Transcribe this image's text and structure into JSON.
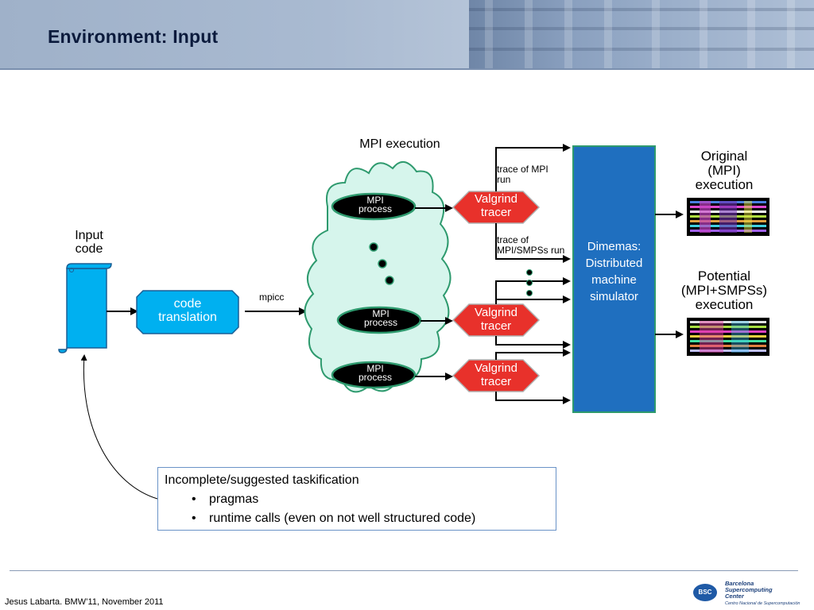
{
  "slide": {
    "title": "Environment: Input",
    "footer": "Jesus Labarta. BMW’11, November 2011"
  },
  "diagram": {
    "input_code": "Input\ncode",
    "code_translation": "code\ntranslation",
    "mpicc": "mpicc",
    "mpi_execution": "MPI execution",
    "mpi_process_line1": "MPI",
    "mpi_process_line2": "process",
    "valgrind_line1": "Valgrind",
    "valgrind_line2": "tracer",
    "trace_mpi": "trace of MPI\nrun",
    "trace_smpss": "trace of\nMPI/SMPSs run",
    "dimemas": "Dimemas:\nDistributed\nmachine\nsimulator",
    "original": "Original\n(MPI)\nexecution",
    "potential": "Potential\n(MPI+SMPSs)\nexecution"
  },
  "taskification": {
    "title": "Incomplete/suggested taskification",
    "bullets": [
      "pragmas",
      "runtime calls (even on not well structured code)"
    ]
  },
  "logo": {
    "line1": "Barcelona",
    "line2": "Supercomputing",
    "line3": "Center",
    "line4": "Centro Nacional de Supercomputación",
    "badge": "BSC"
  },
  "colors": {
    "accent_blue": "#00b0f0",
    "dimemas_blue": "#1f6fbf",
    "cloud_fill": "#d6f5ec",
    "cloud_stroke": "#2e9a6e",
    "valgrind_red": "#e8312b"
  }
}
